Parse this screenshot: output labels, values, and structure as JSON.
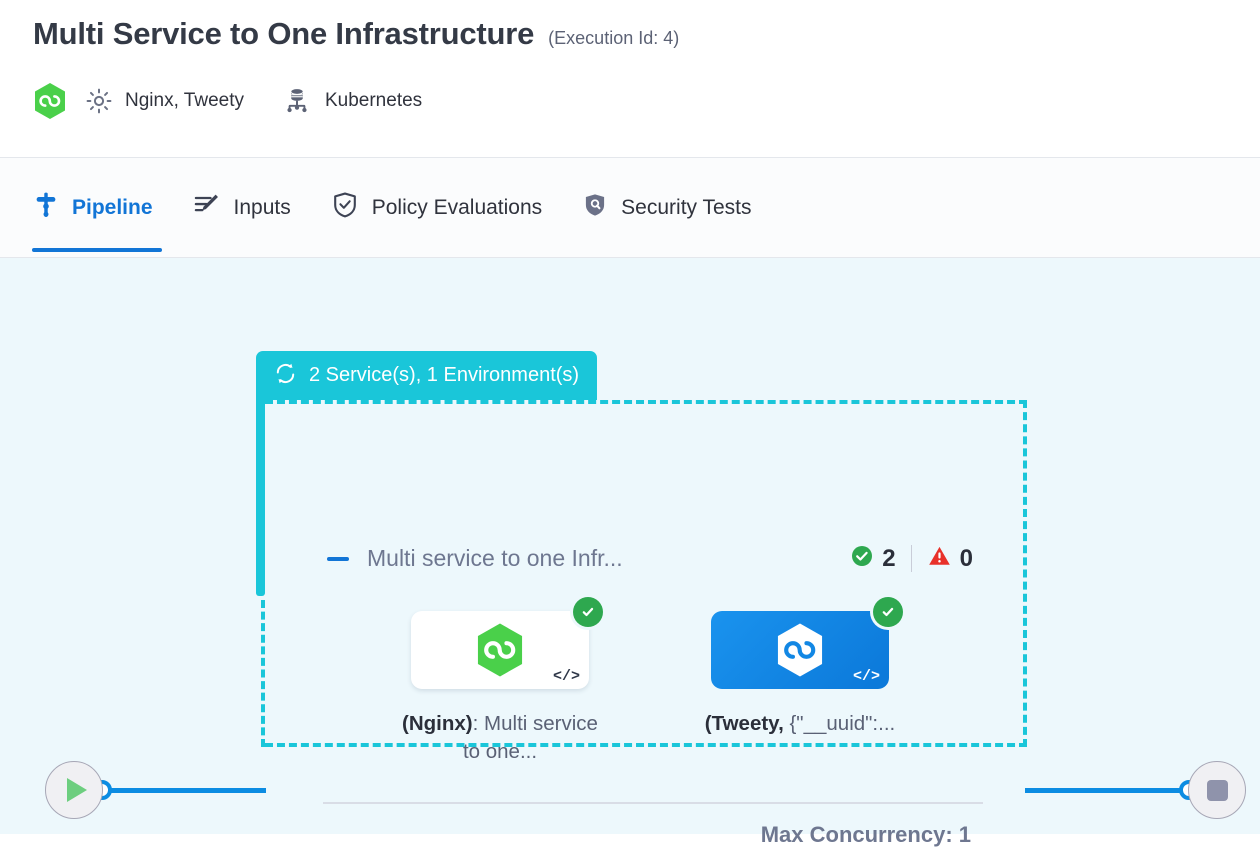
{
  "header": {
    "title": "Multi Service to One Infrastructure",
    "execution_id_label": "(Execution Id: 4)",
    "brand_icon": "torque-hexagon-logo-icon",
    "services_icon": "gear-icon",
    "services_label": "Nginx, Tweety",
    "infrastructure_icon": "kubernetes-icon",
    "infrastructure_label": "Kubernetes"
  },
  "tabs": [
    {
      "label": "Pipeline",
      "icon": "pipeline-icon",
      "active": true
    },
    {
      "label": "Inputs",
      "icon": "inputs-pencil-icon",
      "active": false
    },
    {
      "label": "Policy Evaluations",
      "icon": "shield-check-icon",
      "active": false
    },
    {
      "label": "Security Tests",
      "icon": "shield-security-icon",
      "active": false
    }
  ],
  "pipeline": {
    "start_node": {
      "name": "start-node",
      "icon": "play-icon"
    },
    "end_node": {
      "name": "end-node",
      "icon": "stop-icon"
    },
    "group": {
      "badge_icon": "loop-refresh-icon",
      "badge_label": "2 Service(s), 1 Environment(s)",
      "collapse_icon": "minus-collapse-icon",
      "title": "Multi service to one Infr...",
      "success_icon": "check-circle-icon",
      "success_count": "2",
      "error_icon": "warning-triangle-icon",
      "error_count": "0",
      "max_concurrency_label": "Max Concurrency: 1",
      "cards": [
        {
          "label_bold": "(Nginx)",
          "label_rest": ": Multi service to one...",
          "status_icon": "check-circle-icon",
          "code_icon": "code-brackets-icon",
          "style": "white"
        },
        {
          "label_bold": "(Tweety,",
          "label_rest": " {\"__uuid\":...",
          "status_icon": "check-circle-icon",
          "code_icon": "code-brackets-icon",
          "style": "blue"
        }
      ]
    }
  },
  "colors": {
    "accent_blue": "#1275d6",
    "group_teal": "#1ac6d9",
    "canvas_bg": "#edf8fc",
    "success_green": "#2ea84f",
    "error_red": "#e8312a",
    "edge_blue": "#0c8ce2"
  }
}
